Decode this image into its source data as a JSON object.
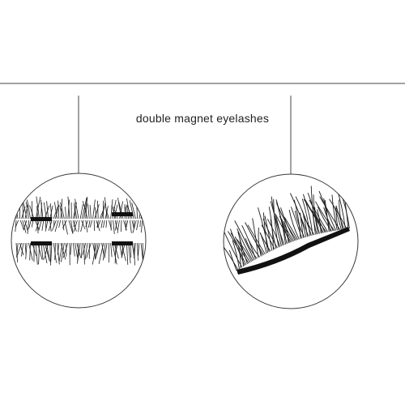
{
  "caption": {
    "text": "double magnet eyelashes"
  },
  "colors": {
    "background": "#ffffff",
    "line": "#444444",
    "circle_stroke": "#3a3a3a",
    "lash": "#1e1e1e",
    "magnet": "#111111"
  },
  "illustrations": {
    "left_circle": "double-lash-strips-closeup",
    "right_circle": "single-lash-strip-angled"
  }
}
